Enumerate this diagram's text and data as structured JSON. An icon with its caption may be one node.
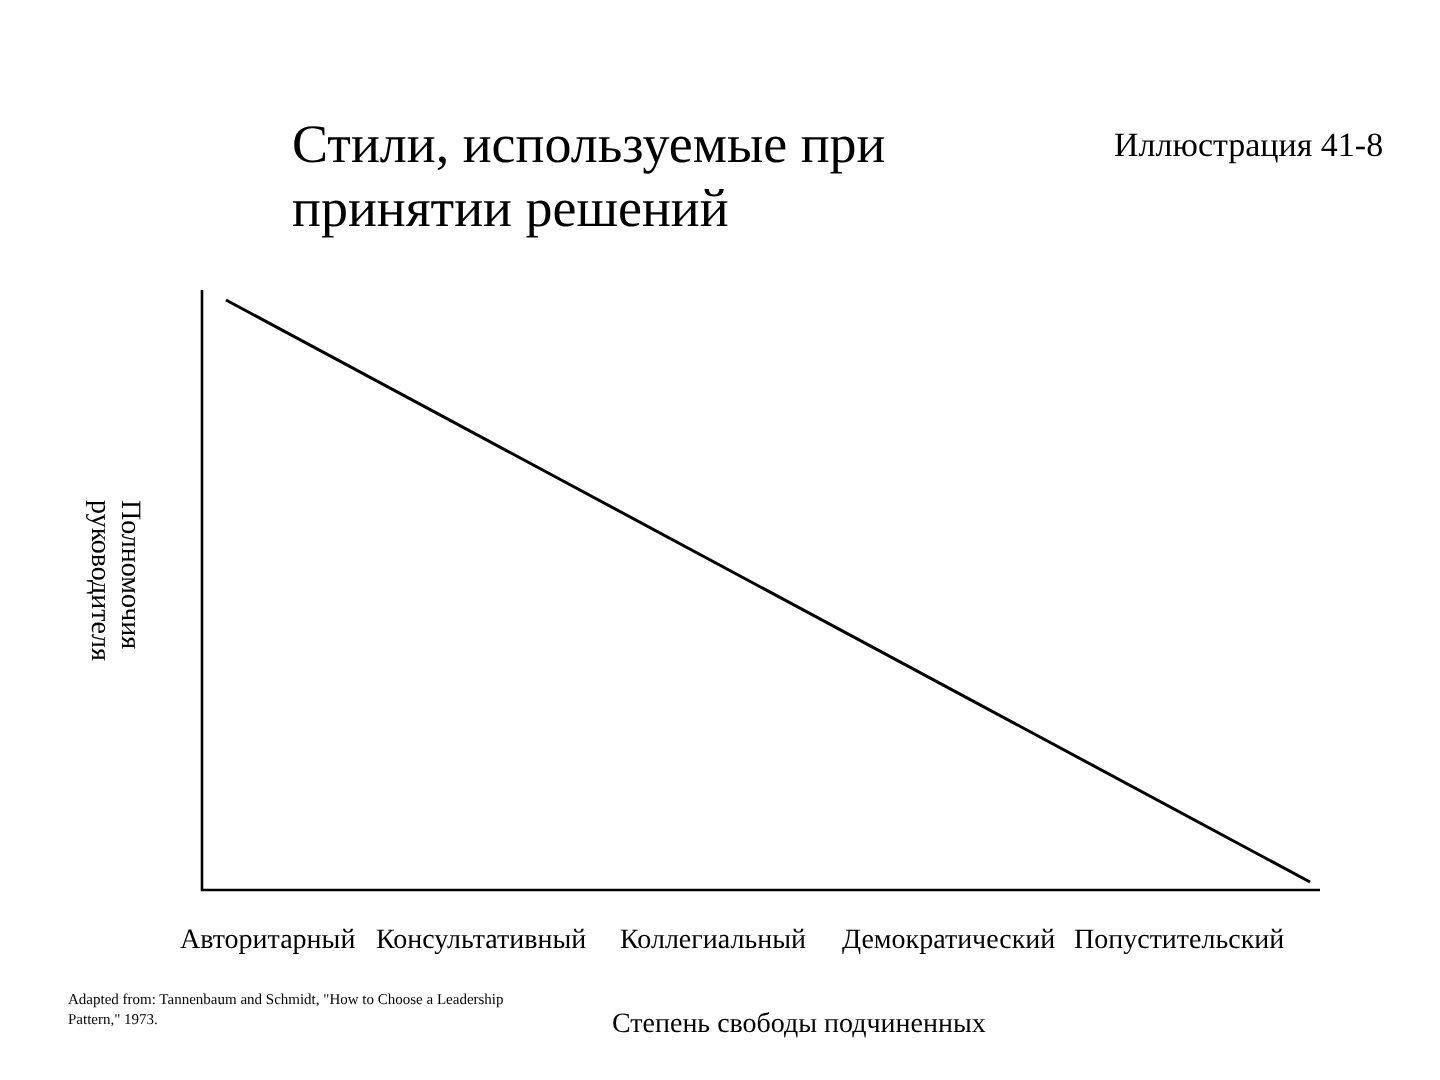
{
  "diagram": {
    "title": "Стили, используемые при принятии решений",
    "labels": [
      "Иллюстрация 41-8",
      "Полномочия руководителя",
      "Авторитарный",
      "Консультативный",
      "Коллегиальный",
      "Демократический",
      "Попустительский",
      "Adapted from: Tannenbaum and Schmidt, \"How to Choose a Leadership Pattern,\" 1973.",
      "Степень свободы подчиненных"
    ]
  }
}
